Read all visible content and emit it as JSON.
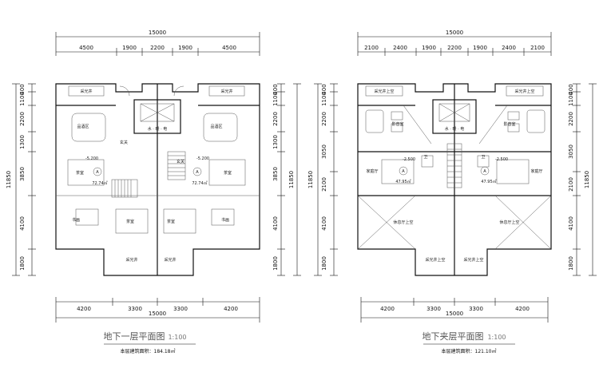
{
  "plans": [
    {
      "id": "left",
      "title": "地下一层平面图",
      "scale": "1:100",
      "area_text": "本层建筑面积：184.18㎡",
      "top_total": "15000",
      "top_dims": [
        "4500",
        "1900",
        "2200",
        "1900",
        "4500"
      ],
      "bottom_total": "15000",
      "bottom_dims": [
        "4200",
        "3300",
        "3300",
        "4200"
      ],
      "left_dims": [
        "400",
        "1100",
        "2200",
        "1300",
        "3850",
        "4100",
        "1800"
      ],
      "left_total": "11850",
      "right_dims": [
        "400",
        "1100",
        "2200",
        "1300",
        "3850",
        "4100",
        "1800"
      ],
      "right_total": "11850",
      "rooms": {
        "light_well_tl": "采光井",
        "light_well_tr": "采光井",
        "collection_l": "品酒区",
        "collection_r": "品酒区",
        "hall_l": "玄关",
        "hall_r": "玄关",
        "level_l": "-5.200",
        "level_r": "-5.200",
        "bar_l": "茶室",
        "bar_r": "茶室",
        "area_l": "72.74㎡",
        "area_r": "72.74㎡",
        "study_l": "书画",
        "study_r": "书画",
        "tea_l": "茶室",
        "tea_r": "茶室",
        "light_well_bl": "采光井",
        "light_well_br": "采光井",
        "elevator_label": "水 · 暖 · 电",
        "marker": "A"
      }
    },
    {
      "id": "right",
      "title": "地下夹层平面图",
      "scale": "1:100",
      "area_text": "本层建筑面积：121.10㎡",
      "top_total": "15000",
      "top_dims": [
        "2100",
        "2400",
        "1900",
        "2200",
        "1900",
        "2400",
        "2100"
      ],
      "bottom_total": "15000",
      "bottom_dims": [
        "4200",
        "3300",
        "3300",
        "4200"
      ],
      "left_dims": [
        "400",
        "1100",
        "2200",
        "3050",
        "2100",
        "4100",
        "1800"
      ],
      "left_total": "11850",
      "right_dims": [
        "400",
        "1100",
        "2200",
        "3050",
        "2100",
        "4100",
        "1800"
      ],
      "right_total": "11850",
      "rooms": {
        "light_well_tl": "采光井上空",
        "light_well_tr": "采光井上空",
        "media_l": "影音室",
        "media_r": "影音室",
        "level_l": "-2.500",
        "level_r": "-2.500",
        "family_l": "家庭厅",
        "family_r": "家庭厅",
        "area_l": "47.95㎡",
        "area_r": "47.95㎡",
        "leisure_l": "休息厅上空",
        "leisure_r": "休息厅上空",
        "light_well_bl": "采光井上空",
        "light_well_br": "采光井上空",
        "elevator_label": "水 · 暖 · 电",
        "marker": "A",
        "wc": "卫"
      }
    }
  ]
}
